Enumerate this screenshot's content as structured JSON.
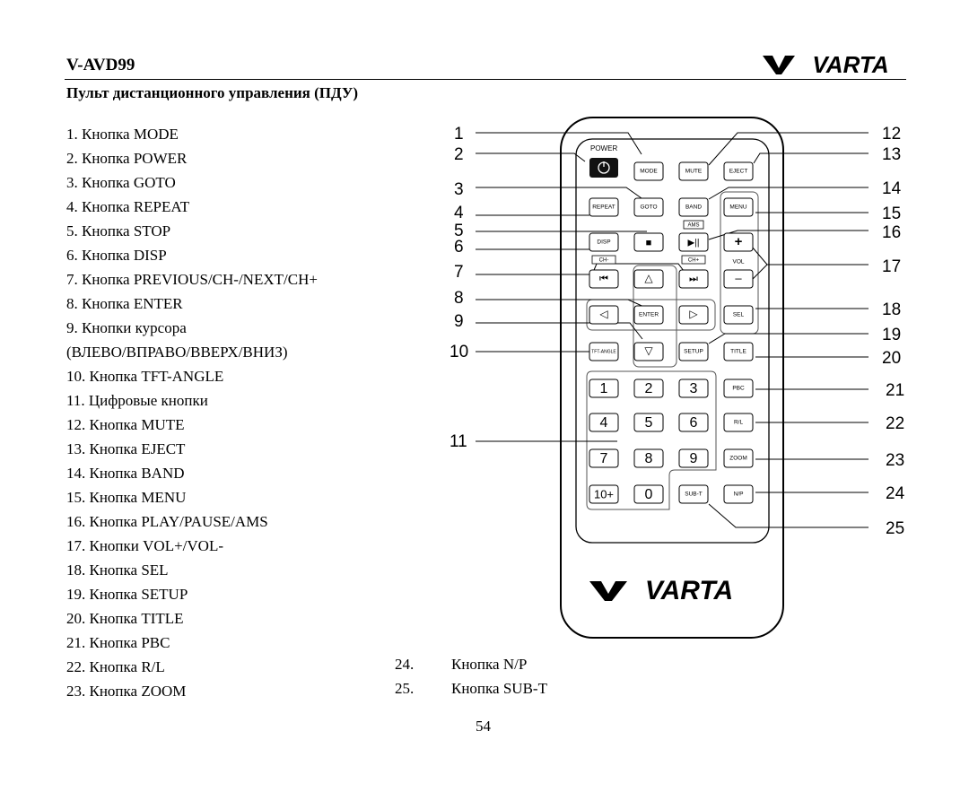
{
  "header": {
    "model": "V-AVD99",
    "brand": "VARTA",
    "subtitle": "Пульт дистанционного управления (ПДУ)"
  },
  "items": [
    "1.  Кнопка MODE",
    "2.  Кнопка POWER",
    "3.  Кнопка GOTO",
    "4.  Кнопка REPEAT",
    "5.  Кнопка STOP",
    "6.  Кнопка DISP",
    "7.  Кнопка PREVIOUS/CH-/NEXT/CH+",
    "8.  Кнопка ENTER",
    "9.  Кнопки курсора",
    "(ВЛЕВО/ВПРАВО/ВВЕРХ/ВНИЗ)",
    "10. Кнопка TFT-ANGLE",
    "11. Цифровые кнопки",
    "12. Кнопка MUTE",
    "13. Кнопка EJECT",
    "14. Кнопка BAND",
    "15. Кнопка MENU",
    "16. Кнопка PLAY/PAUSE/AMS",
    "17. Кнопки VOL+/VOL-",
    "18. Кнопка SEL",
    "19. Кнопка SETUP",
    "20. Кнопка TITLE",
    "21. Кнопка PBC",
    "22. Кнопка R/L",
    "23. Кнопка ZOOM"
  ],
  "extra_items": [
    {
      "num": "24.",
      "text": "Кнопка N/P"
    },
    {
      "num": "25.",
      "text": "Кнопка SUB-T"
    }
  ],
  "page_number": "54",
  "remote": {
    "brand": "VARTA",
    "labels": {
      "power": "POWER",
      "mode": "MODE",
      "mute": "MUTE",
      "eject": "EJECT",
      "repeat": "REPEAT",
      "goto": "GOTO",
      "band": "BAND",
      "menu": "MENU",
      "ams": "AMS",
      "disp": "DISP",
      "stop": "■",
      "play": "▶||",
      "vol_plus": "+",
      "vol": "VOL",
      "vol_minus": "–",
      "ch_minus": "CH-",
      "ch_plus": "CH+",
      "prev": "⏮",
      "next": "⏭",
      "up": "△",
      "left": "◁",
      "enter": "ENTER",
      "right": "▷",
      "down": "▽",
      "sel": "SEL",
      "tft": "TFT-ANGLE",
      "setup": "SETUP",
      "title": "TITLE",
      "pbc": "PBC",
      "rl": "R/L",
      "zoom": "ZOOM",
      "subt": "SUB-T",
      "np": "N/P"
    },
    "digits": [
      "1",
      "2",
      "3",
      "4",
      "5",
      "6",
      "7",
      "8",
      "9",
      "10+",
      "0"
    ],
    "callouts": [
      "1",
      "2",
      "3",
      "4",
      "5",
      "6",
      "7",
      "8",
      "9",
      "10",
      "11",
      "12",
      "13",
      "14",
      "15",
      "16",
      "17",
      "18",
      "19",
      "20",
      "21",
      "22",
      "23",
      "24",
      "25"
    ]
  }
}
